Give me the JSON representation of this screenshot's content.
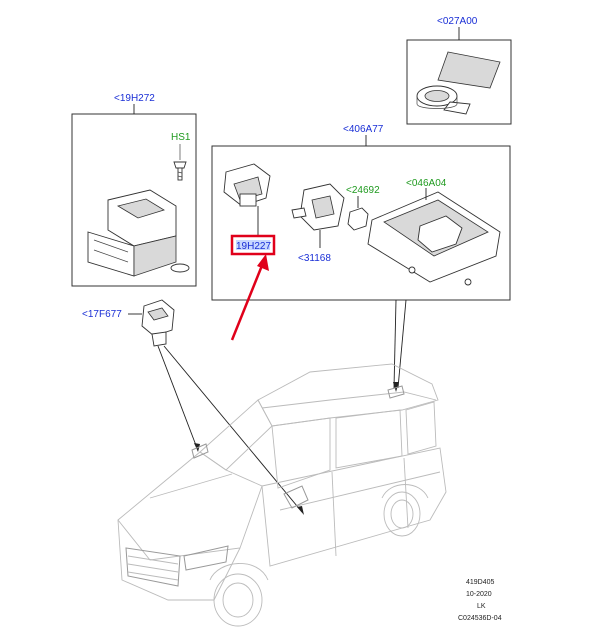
{
  "callouts": {
    "tape": "<027A00",
    "side_camera_group": "<19H272",
    "hs1": "HS1",
    "camera_group": "<406A77",
    "clip_24692": "<24692",
    "housing_046a04": "<046A04",
    "highlighted_part": "19H227",
    "bracket_31168": "<31168",
    "side_sensor": "<17F677"
  },
  "stamp": {
    "line1": "419D405",
    "line2": "10-2020",
    "line3": "LK",
    "line4": "C024536D-04"
  },
  "colors": {
    "callout_blue": "#1a2fd6",
    "callout_green": "#1f9a1f",
    "highlight_box": "#e0001a",
    "arrow": "#e0001a",
    "label_fill": "#c8d8ff"
  }
}
